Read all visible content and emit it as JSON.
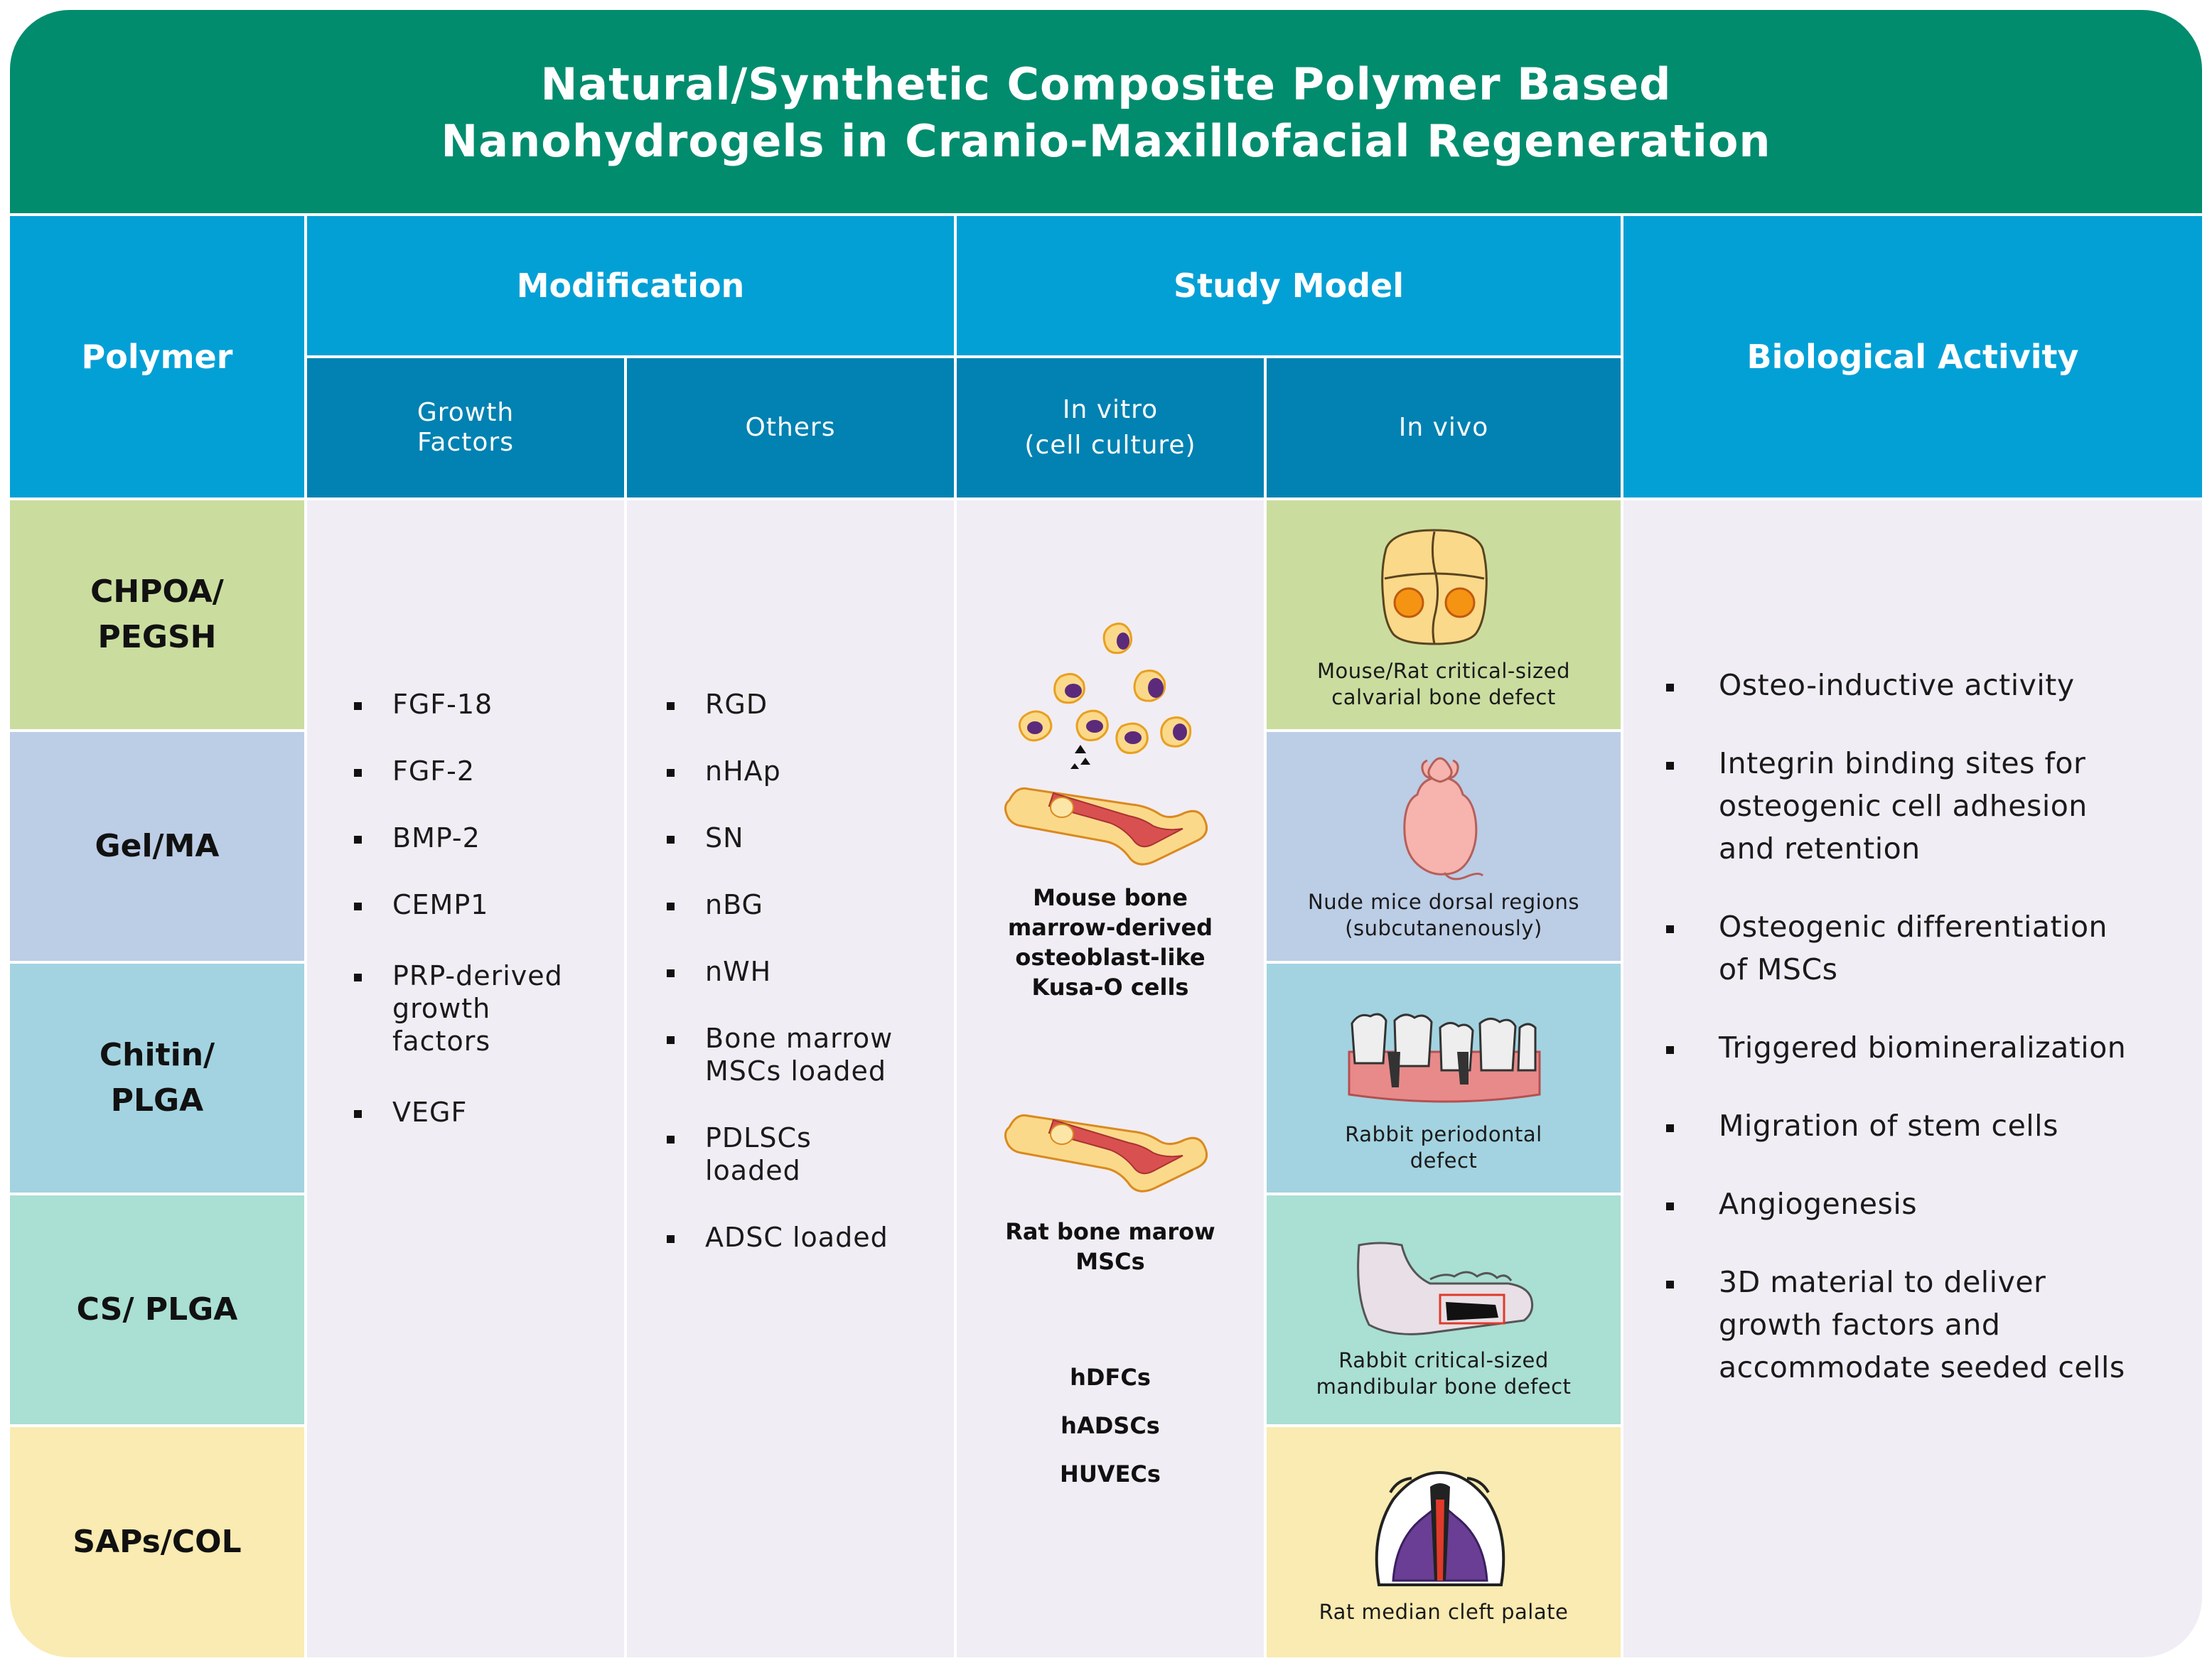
{
  "title": {
    "line1": "Natural/Synthetic Composite Polymer Based",
    "line2": "Nanohydrogels in Cranio-Maxillofacial Regeneration"
  },
  "headers": {
    "polymer": "Polymer",
    "modification": "Modification",
    "study_model": "Study Model",
    "biological_activity": "Biological Activity",
    "growth_factors": "Growth\nFactors",
    "others": "Others",
    "in_vitro": "In vitro\n(cell culture)",
    "in_vivo": "In vivo"
  },
  "polymers": [
    {
      "label": "CHPOA/\nPEGSH",
      "color": "#cadd9f"
    },
    {
      "label": "Gel/MA",
      "color": "#bccde6"
    },
    {
      "label": "Chitin/\nPLGA",
      "color": "#a3d3e1"
    },
    {
      "label": "CS/ PLGA",
      "color": "#aadfd3"
    },
    {
      "label": "SAPs/COL",
      "color": "#f9ebb1"
    }
  ],
  "growth_factors": [
    "FGF-18",
    "FGF-2",
    "BMP-2",
    "CEMP1",
    "PRP-derived\ngrowth\nfactors",
    "VEGF"
  ],
  "others": [
    "RGD",
    "nHAp",
    "SN",
    "nBG",
    "nWH",
    "Bone marrow\nMSCs loaded",
    "PDLSCs\nloaded",
    "ADSC loaded"
  ],
  "in_vitro": {
    "mouse_cells": "Mouse bone\nmarrow-derived\nosteoblast-like\nKusa-O cells",
    "rat_msc": "Rat bone marow\nMSCs",
    "hdfc": "hDFCs",
    "hadsc": "hADSCs",
    "huvec": "HUVECs"
  },
  "in_vivo": [
    {
      "caption": "Mouse/Rat critical-sized\ncalvarial bone defect",
      "icon": "skull-icon"
    },
    {
      "caption": "Nude mice dorsal regions\n(subcutanenously)",
      "icon": "mouse-icon"
    },
    {
      "caption": "Rabbit periodontal\ndefect",
      "icon": "teeth-icon"
    },
    {
      "caption": "Rabbit critical-sized\nmandibular bone defect",
      "icon": "mandible-icon"
    },
    {
      "caption": "Rat median cleft palate",
      "icon": "palate-icon"
    }
  ],
  "biological_activity": [
    "Osteo-inductive activity",
    "Integrin binding sites for\nosteogenic cell adhesion\nand retention",
    "Osteogenic differentiation\nof MSCs",
    "Triggered biomineralization",
    "Migration of stem cells",
    "Angiogenesis",
    "3D material to deliver\ngrowth factors and\naccommodate seeded cells"
  ],
  "colors": {
    "title_bg": "#018c6e",
    "header_primary": "#03a0d6",
    "header_secondary": "#0182b2",
    "body_bg": "#f1edf4"
  }
}
